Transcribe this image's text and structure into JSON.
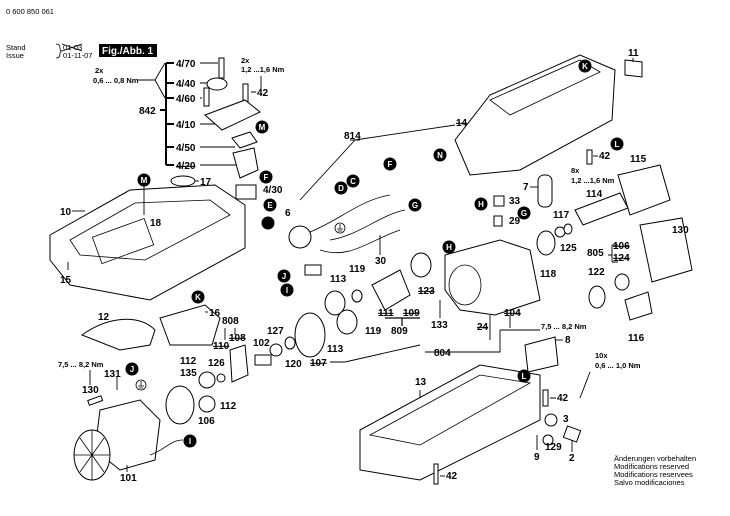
{
  "header": {
    "part_number": "0 600 850 061",
    "stand_label": "Stand",
    "issue_label": "Issue",
    "stand_date": "01-03",
    "issue_date": "01-11-07",
    "figure_label": "Fig./Abb. 1"
  },
  "torques": {
    "switch_screws_qty": "2x",
    "switch_screws_torque": "0,6 ... 0,8 Nm",
    "cover_screws_qty": "2x",
    "cover_screws_torque": "1,2 ...1,6 Nm",
    "housing_screws_qty": "8x",
    "housing_screws_torque": "1,2 ...1,6 Nm",
    "bolt_torque_right": "7,5 ... 8,2 Nm",
    "bolt_torque_left": "7,5 ... 8,2 Nm",
    "base_screws_qty": "10x",
    "base_screws_torque": "0,6 ... 1,0 Nm"
  },
  "parts": {
    "p4_70": "4/70",
    "p4_40": "4/40",
    "p4_60": "4/60",
    "p842": "842",
    "p4_10": "4/10",
    "p4_50": "4/50",
    "p4_20": "4/20",
    "p4_30": "4/30",
    "p42a": "42",
    "p17": "17",
    "p18": "18",
    "p10": "10",
    "p15": "15",
    "p814": "814",
    "p6": "6",
    "p30": "30",
    "p113a": "113",
    "p119a": "119",
    "p113b": "113",
    "p119b": "119",
    "p111": "111",
    "p109": "109",
    "p809": "809",
    "p123": "123",
    "p133": "133",
    "p24": "24",
    "p104": "104",
    "p804": "804",
    "p8": "8",
    "p11": "11",
    "p14": "14",
    "p42b": "42",
    "p7": "7",
    "p33": "33",
    "p29": "29",
    "p115": "115",
    "p114": "114",
    "p117": "117",
    "p125": "125",
    "p118": "118",
    "p130a": "130",
    "p805": "805",
    "p106a": "106",
    "p124": "124",
    "p122": "122",
    "p116": "116",
    "p16": "16",
    "p12": "12",
    "p808": "808",
    "p110": "110",
    "p108": "108",
    "p102": "102",
    "p127": "127",
    "p120": "120",
    "p107": "107",
    "p112a": "112",
    "p126": "126",
    "p135": "135",
    "p112b": "112",
    "p106b": "106",
    "p131": "131",
    "p130b": "130",
    "p101": "101",
    "p13": "13",
    "p42c": "42",
    "p3": "3",
    "p129": "129",
    "p9": "9",
    "p2": "2",
    "p42d": "42"
  },
  "markers": {
    "m1": "M",
    "m2": "M",
    "e": "E",
    "f1": "F",
    "d": "D",
    "c": "C",
    "f2": "F",
    "g1": "G",
    "h1": "H",
    "j1": "J",
    "i1": "I",
    "k1": "K",
    "n": "N",
    "l1": "L",
    "h2": "H",
    "g2": "G",
    "k2": "K",
    "j2": "J",
    "i2": "I",
    "l2": "L"
  },
  "footer": {
    "line_de": "Änderungen vorbehalten",
    "line_en": "Modifications reserved",
    "line_fr": "Modifications reservees",
    "line_es": "Salvo modificaciones"
  }
}
